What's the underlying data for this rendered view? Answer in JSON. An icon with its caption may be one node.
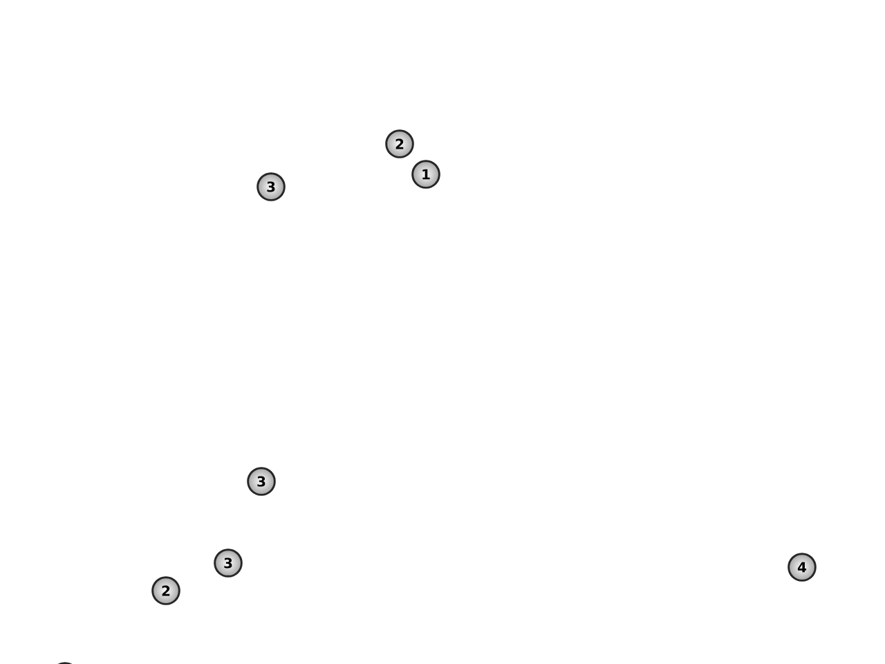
{
  "diagram": {
    "labels": [
      "2",
      "1",
      "3",
      "3",
      "3",
      "4",
      "2"
    ]
  }
}
